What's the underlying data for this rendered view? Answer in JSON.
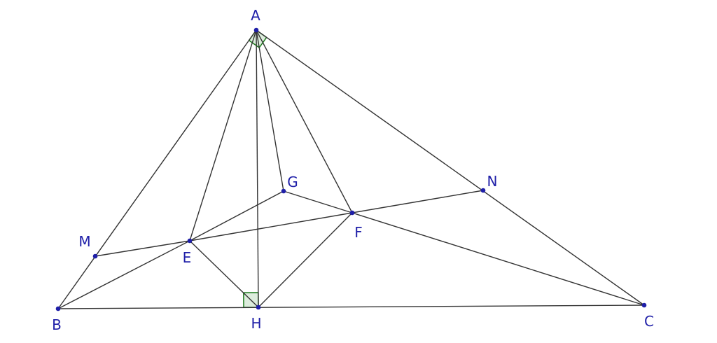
{
  "diagram": {
    "points": [
      {
        "id": "A",
        "label": "A"
      },
      {
        "id": "B",
        "label": "B"
      },
      {
        "id": "C",
        "label": "C"
      },
      {
        "id": "H",
        "label": "H"
      },
      {
        "id": "M",
        "label": "M"
      },
      {
        "id": "N",
        "label": "N"
      },
      {
        "id": "E",
        "label": "E"
      },
      {
        "id": "F",
        "label": "F"
      },
      {
        "id": "G",
        "label": "G"
      }
    ],
    "segments": [
      [
        "A",
        "B"
      ],
      [
        "A",
        "C"
      ],
      [
        "B",
        "C"
      ],
      [
        "A",
        "H"
      ],
      [
        "A",
        "E"
      ],
      [
        "A",
        "F"
      ],
      [
        "A",
        "G"
      ],
      [
        "B",
        "E"
      ],
      [
        "C",
        "F"
      ],
      [
        "M",
        "E"
      ],
      [
        "E",
        "F"
      ],
      [
        "F",
        "N"
      ],
      [
        "E",
        "G"
      ],
      [
        "G",
        "F"
      ],
      [
        "E",
        "H"
      ],
      [
        "H",
        "F"
      ]
    ],
    "right_angles": [
      {
        "vertex": "A",
        "arms": [
          "B",
          "C"
        ]
      },
      {
        "vertex": "H",
        "arms": [
          "A",
          "B"
        ]
      }
    ],
    "colors": {
      "points": "#1f1fa8",
      "lines": "#333333",
      "angle_mark": "#1a7a1a"
    }
  }
}
